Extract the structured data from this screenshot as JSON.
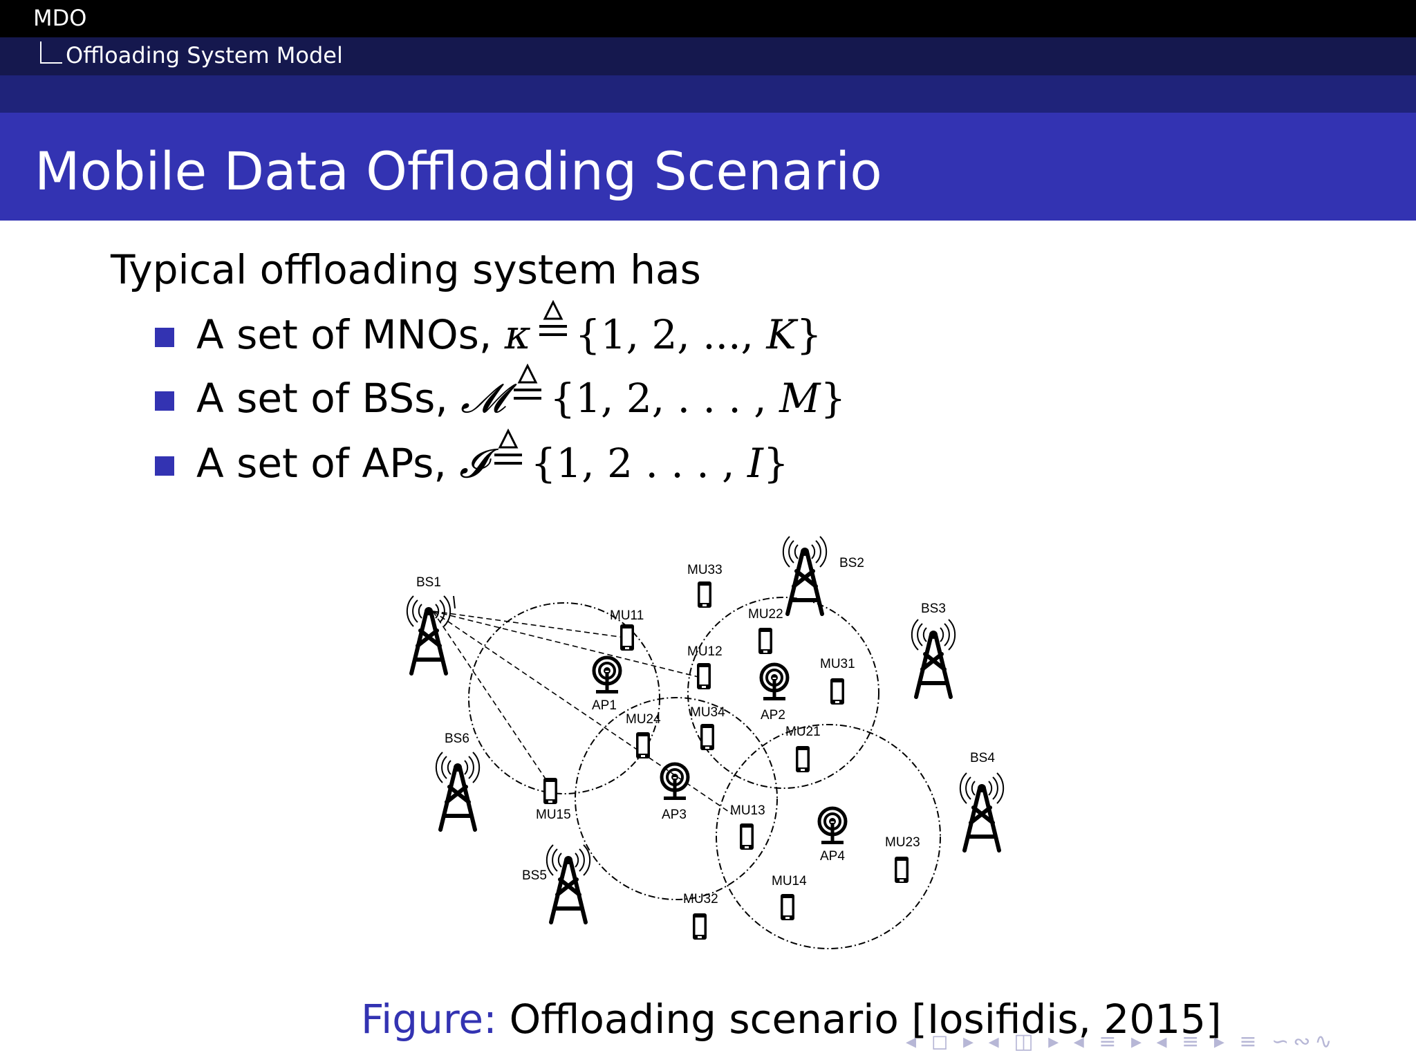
{
  "header": {
    "section": "MDO",
    "subsection": "Offloading System Model"
  },
  "frame": {
    "title": "Mobile Data Offloading Scenario"
  },
  "content": {
    "intro": "Typical offloading system has",
    "items": [
      {
        "prefix": "A set of MNOs, ",
        "symbol": "κ",
        "set": "{1, 2, ..., ",
        "last": "K",
        "close": "}"
      },
      {
        "prefix": "A set of BSs, ",
        "symbol": "𝓜",
        "set": "{1, 2, . . . , ",
        "last": "M",
        "close": "}"
      },
      {
        "prefix": "A set of APs, ",
        "symbol": "𝓘",
        "set": "{1, 2 . . . , ",
        "last": "I",
        "close": "}"
      }
    ]
  },
  "figure": {
    "base_stations": [
      "BS1",
      "BS2",
      "BS3",
      "BS4",
      "BS5",
      "BS6"
    ],
    "access_points": [
      "AP1",
      "AP2",
      "AP3",
      "AP4"
    ],
    "mobile_users": [
      "MU11",
      "MU12",
      "MU13",
      "MU14",
      "MU15",
      "MU21",
      "MU22",
      "MU23",
      "MU24",
      "MU31",
      "MU32",
      "MU33",
      "MU34"
    ],
    "caption_label": "Figure:",
    "caption_text": "Offloading scenario [Iosifidis, 2015]"
  },
  "navigation": {
    "symbols": "◂ ◻ ▸ ◂ ◫ ▸ ◂ ≡ ▸ ◂ ≡ ▸ ≡ ∽∾∿"
  },
  "colors": {
    "header_black": "#000000",
    "header_navy": "#15184e",
    "header_band": "#1f237a",
    "title_bar": "#3333b2",
    "bullet": "#3333b2",
    "caption_label": "#3333b2"
  }
}
